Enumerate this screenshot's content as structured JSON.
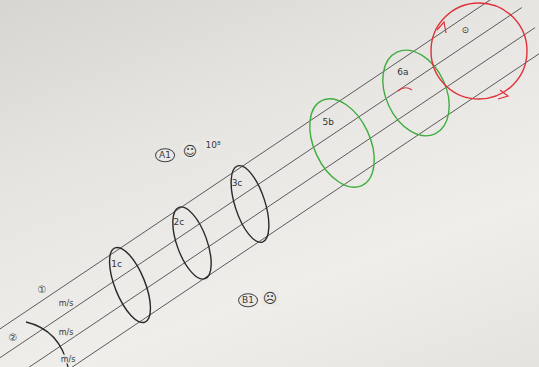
{
  "diagram": {
    "nodes": [
      {
        "text": [
          "1c"
        ]
      },
      {
        "text": [
          "2c"
        ]
      },
      {
        "text": [
          "3c"
        ]
      },
      {
        "text": [
          "5b"
        ]
      },
      {
        "text": [
          "6a"
        ]
      },
      {
        "text": [
          "⊙"
        ]
      }
    ],
    "labels": [
      "①",
      "②",
      "m/s",
      "m/s",
      "m/s",
      "A1",
      "☺",
      "10⁸",
      "B1",
      "☹"
    ]
  }
}
